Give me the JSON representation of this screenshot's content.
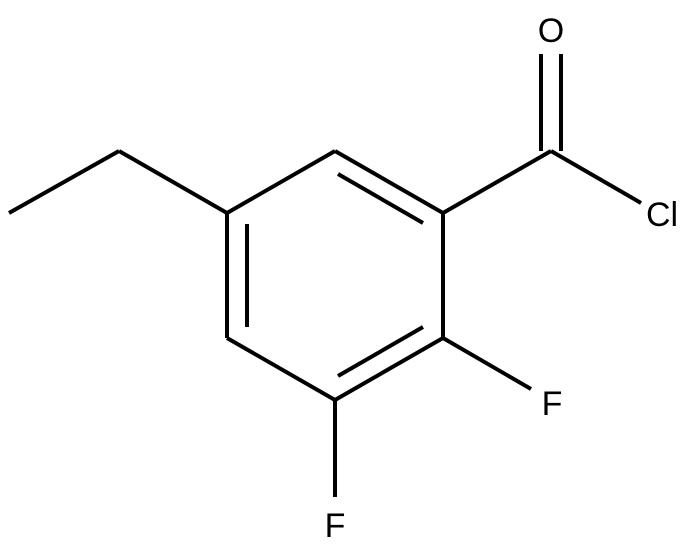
{
  "molecule": {
    "atoms": {
      "oxygen": "O",
      "chlorine": "Cl",
      "fluorine_2": "F",
      "fluorine_3": "F"
    }
  },
  "colors": {
    "bond": "#000000",
    "label": "#000000",
    "background": "#ffffff"
  }
}
